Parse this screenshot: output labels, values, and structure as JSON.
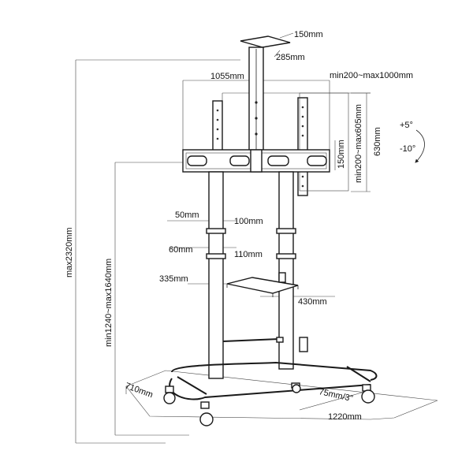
{
  "labels": {
    "top_plate_width": "150mm",
    "top_plate_depth": "285mm",
    "bracket_width": "1055mm",
    "vesa_horizontal": "min200~max1000mm",
    "vesa_vertical": "min200~max605mm",
    "bracket_height": "630mm",
    "bracket_arm": "150mm",
    "tilt_up": "+5°",
    "tilt_down": "-10°",
    "max_height": "max2320mm",
    "height_range": "min1240~max1640mm",
    "upper_clamp_offset": "50mm",
    "upper_clamp_width": "100mm",
    "lower_clamp_offset": "60mm",
    "lower_clamp_width": "110mm",
    "shelf_depth": "335mm",
    "shelf_width": "430mm",
    "base_depth": "710mm",
    "caster_size": "75mm/3\"",
    "base_width": "1220mm"
  }
}
